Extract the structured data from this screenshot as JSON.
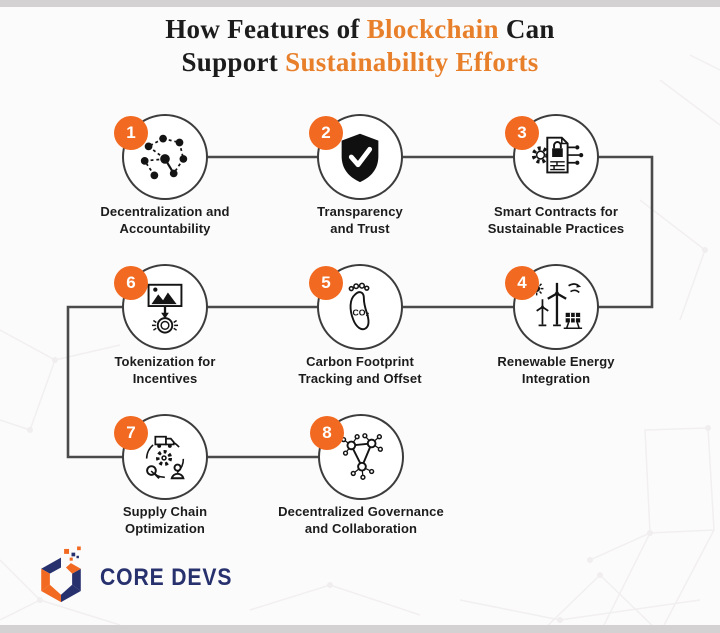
{
  "title": {
    "line1": [
      {
        "text": "How Features of "
      },
      {
        "text": "Blockchain"
      },
      {
        "text": " Can"
      }
    ],
    "line2": [
      {
        "text": "Support "
      },
      {
        "text": "Sustainability Efforts"
      }
    ]
  },
  "items": [
    {
      "number": "1",
      "label_line1": "Decentralization and",
      "label_line2": "Accountability",
      "icon": "network-nodes-icon"
    },
    {
      "number": "2",
      "label_line1": "Transparency",
      "label_line2": "and Trust",
      "icon": "shield-check-icon"
    },
    {
      "number": "3",
      "label_line1": "Smart Contracts for",
      "label_line2": "Sustainable Practices",
      "icon": "smart-contract-icon"
    },
    {
      "number": "4",
      "label_line1": "Renewable Energy",
      "label_line2": "Integration",
      "icon": "renewable-energy-icon"
    },
    {
      "number": "5",
      "label_line1": "Carbon Footprint",
      "label_line2": "Tracking and Offset",
      "icon": "carbon-footprint-icon",
      "icon_text": "CO₂"
    },
    {
      "number": "6",
      "label_line1": "Tokenization for",
      "label_line2": "Incentives",
      "icon": "tokenization-icon"
    },
    {
      "number": "7",
      "label_line1": "Supply Chain",
      "label_line2": "Optimization",
      "icon": "supply-chain-icon"
    },
    {
      "number": "8",
      "label_line1": "Decentralized Governance",
      "label_line2": "and Collaboration",
      "icon": "governance-network-icon"
    }
  ],
  "logo": {
    "text": "CORE DEVS"
  },
  "colors": {
    "accent_badge": "#F26A21",
    "accent_title": "#E8802B",
    "ink": "#1C1C1C",
    "navy": "#27316E",
    "line": "#4A4A4A",
    "circle_border": "#3C3C3C",
    "bg": "#FCFBFB",
    "band": "#D3D1D1"
  }
}
